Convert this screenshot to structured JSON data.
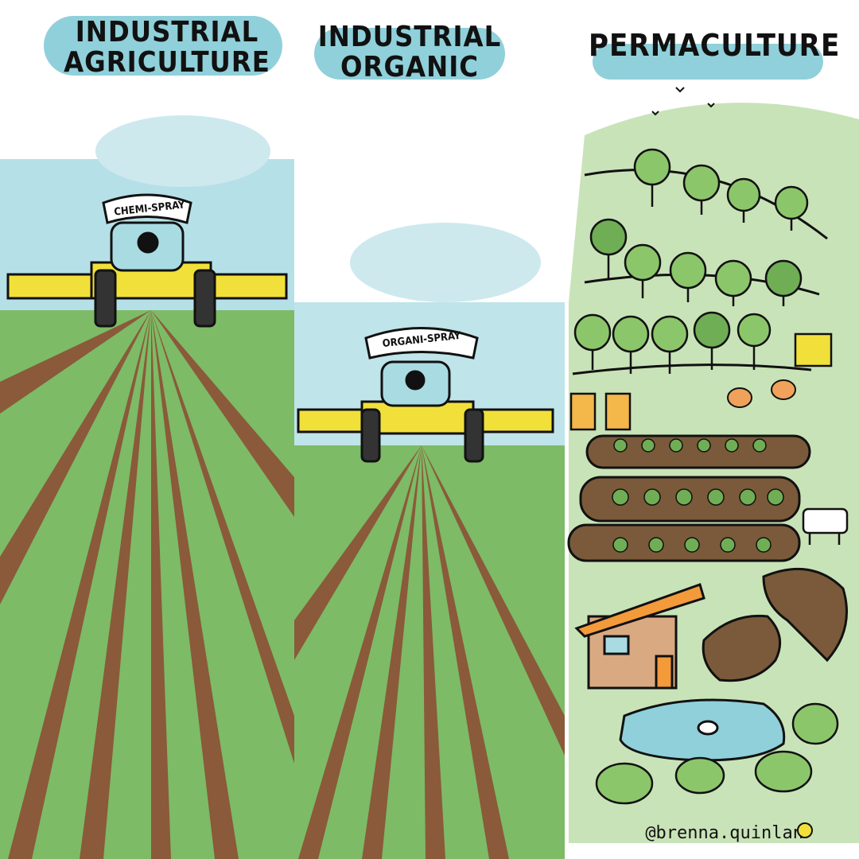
{
  "panels": {
    "industrial": {
      "title_line1": "INDUSTRIAL",
      "title_line2": "AGRICULTURE",
      "sign": "CHEMI-SPRAY"
    },
    "organic": {
      "title_line1": "INDUSTRIAL",
      "title_line2": "ORGANIC",
      "sign": "ORGANI-SPRAY"
    },
    "permaculture": {
      "title_line1": "PERMACULTURE"
    }
  },
  "credit": "@brenna.quinlan",
  "colors": {
    "sky": "#8fd0db",
    "field_green": "#6fb05a",
    "soil": "#8a5a3a",
    "tractor_yellow": "#f2e03a",
    "perma_bg": "#c9e3b8"
  }
}
